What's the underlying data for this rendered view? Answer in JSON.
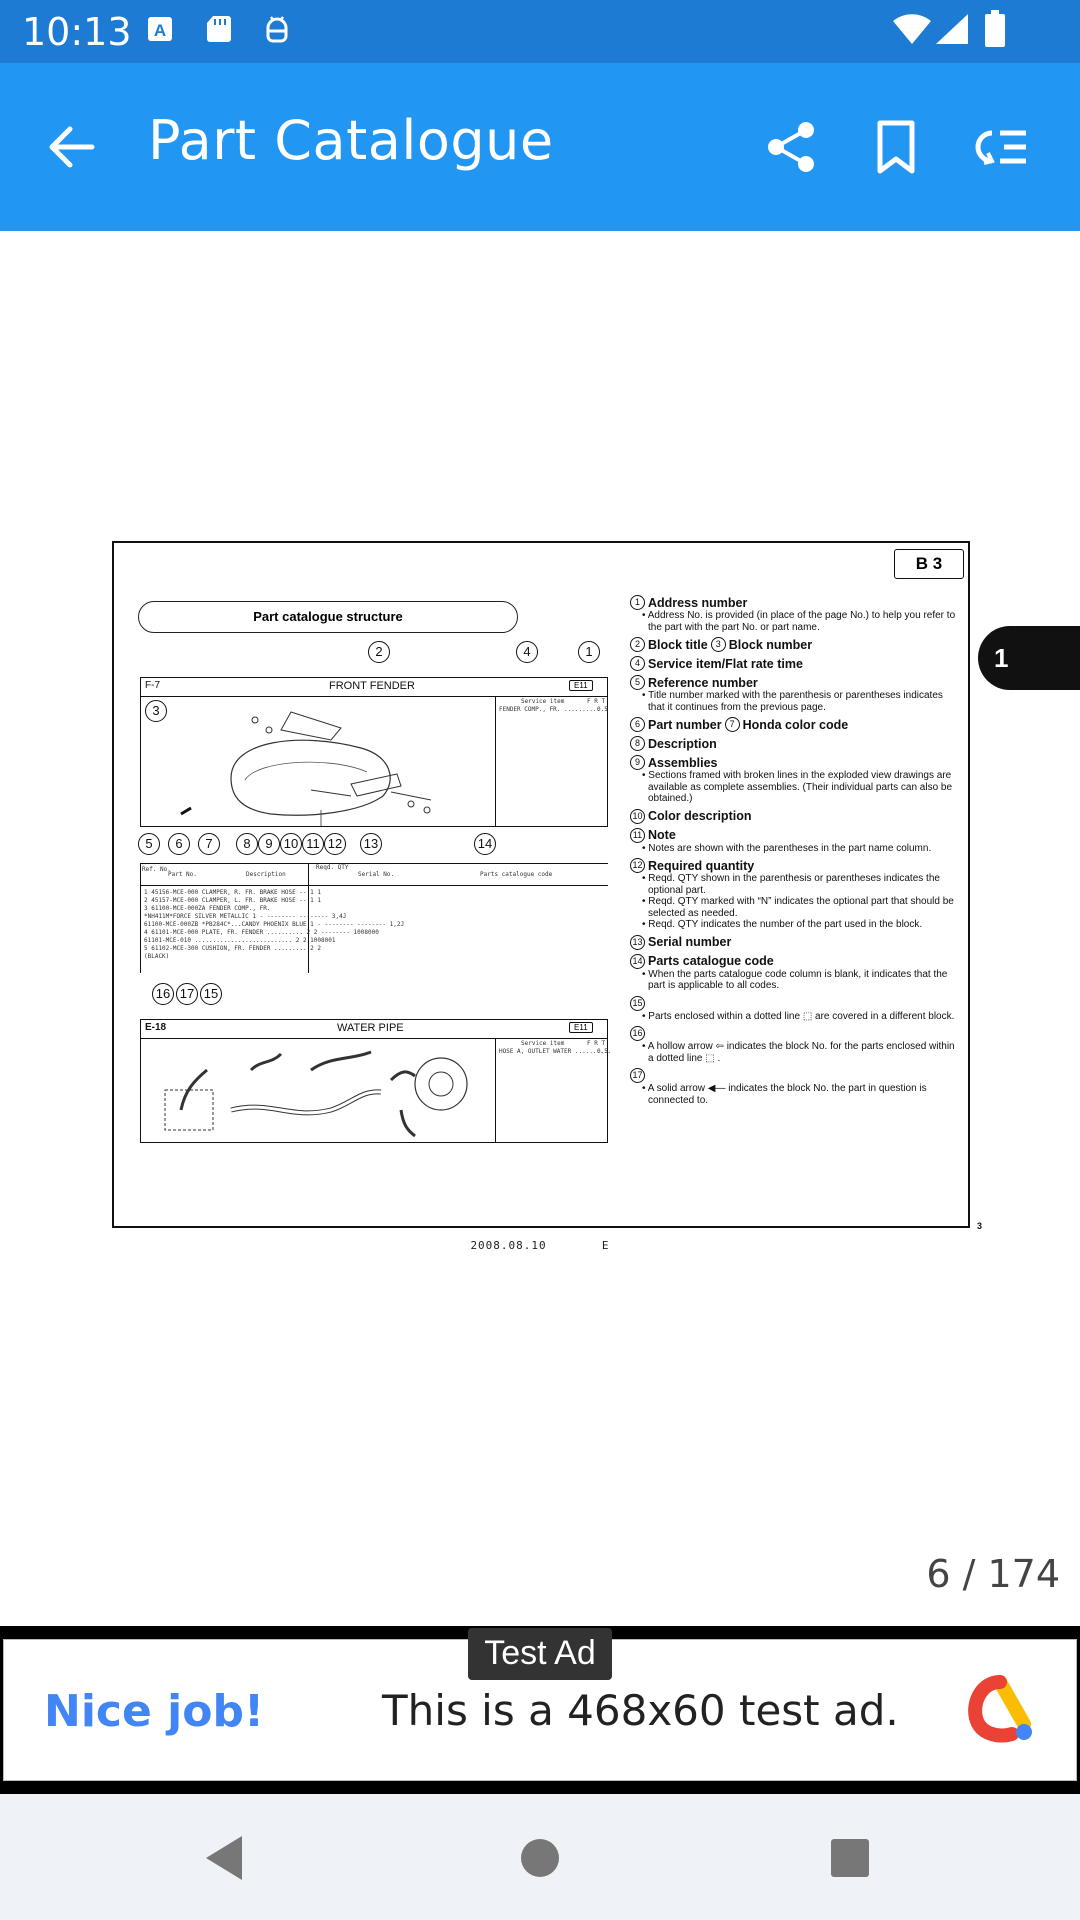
{
  "status_bar": {
    "time": "10:13"
  },
  "app_bar": {
    "title": "Part Catalogue"
  },
  "document": {
    "block_badge": "B 3",
    "structure_title": "Part catalogue structure",
    "front_fender_panel": {
      "address": "F-7",
      "title": "FRONT FENDER",
      "block": "E11",
      "service_item": "Service item",
      "fr": "F R T",
      "service_row": "FENDER COMP., FR. ..........",
      "service_time": "0.5"
    },
    "parts_table": {
      "headers": {
        "ref": "Ref. No.",
        "part": "Part No.",
        "desc": "Description",
        "qty": "Reqd. QTY",
        "serial": "Serial No.",
        "code": "Parts catalogue code"
      },
      "rows": [
        "1 45156-MCE-000  CLAMPER, R. FR. BRAKE HOSE --   1  1",
        "2 45157-MCE-000  CLAMPER, L. FR. BRAKE HOSE --   1  1",
        "3 61100-MCE-000ZA FENDER COMP., FR.",
        "                 *NH411M*FORCE SILVER METALLIC   1  -  -------- -------- 3,4J",
        "61100-MCE-000ZB *PB284C*...CANDY PHOENIX BLUE    1  -  -------- -------- 1,2J",
        "4 61101-MCE-000  PLATE, FR. FENDER ..........   2  2  -------- 1008000",
        "  61101-MCE-010  ...........................   2  2  1008001",
        "5 61102-MCE-300  CUSHION, FR. FENDER .........  2  2",
        "                 (BLACK)"
      ]
    },
    "water_pipe_panel": {
      "address": "E-18",
      "title": "WATER PIPE",
      "block": "E11",
      "service_item": "Service item",
      "fr": "F R T",
      "service_row": "HOSE A, OUTLET WATER ..........",
      "service_time": "0.5"
    },
    "footer_date": "2008.08.10",
    "footer_code": "E",
    "corner_page": "3",
    "legend": [
      {
        "num": "1",
        "title": "Address number",
        "desc": [
          "Address No. is provided (in place of the page No.) to help you refer to the part with the part No. or part name."
        ]
      },
      {
        "num": "2",
        "title": "Block title",
        "num2": "3",
        "title2": "Block number",
        "desc": []
      },
      {
        "num": "4",
        "title": "Service item/Flat rate time",
        "desc": []
      },
      {
        "num": "5",
        "title": "Reference number",
        "desc": [
          "Title number marked with the parenthesis or parentheses indicates that it continues from the previous page."
        ]
      },
      {
        "num": "6",
        "title": "Part number",
        "num2": "7",
        "title2": "Honda color code",
        "desc": []
      },
      {
        "num": "8",
        "title": "Description",
        "desc": []
      },
      {
        "num": "9",
        "title": "Assemblies",
        "desc": [
          "Sections framed with broken lines in the exploded view drawings are available as complete assemblies. (Their individual parts can also be obtained.)"
        ]
      },
      {
        "num": "10",
        "title": "Color description",
        "desc": []
      },
      {
        "num": "11",
        "title": "Note",
        "desc": [
          "Notes are shown with the parentheses in the part name column."
        ]
      },
      {
        "num": "12",
        "title": "Required quantity",
        "desc": [
          "Reqd. QTY shown in the parenthesis or parentheses indicates the optional part.",
          "Reqd. QTY marked with “N” indicates the optional part that should be selected as needed.",
          "Reqd. QTY indicates the number of the part used in the block."
        ]
      },
      {
        "num": "13",
        "title": "Serial number",
        "desc": []
      },
      {
        "num": "14",
        "title": "Parts catalogue code",
        "desc": [
          "When the parts catalogue code column is blank, it indicates that the part is applicable to all codes."
        ]
      },
      {
        "num": "15",
        "title": "",
        "desc": [
          "Parts enclosed within a dotted line ⬚ are covered in a different block."
        ]
      },
      {
        "num": "16",
        "title": "",
        "desc": [
          "A hollow arrow ⇦ indicates the block No. for the parts enclosed within a dotted line ⬚ ."
        ]
      },
      {
        "num": "17",
        "title": "",
        "desc": [
          "A solid arrow ◀— indicates the block No. the part in question is connected to."
        ]
      }
    ]
  },
  "side_tab": {
    "label": "1"
  },
  "page_counter": "6 / 174",
  "ad": {
    "label": "Test Ad",
    "headline": "Nice job!",
    "body": "This is a 468x60 test ad."
  },
  "colors": {
    "status_bar": "#1E7BD3",
    "app_bar": "#2196F3",
    "ad_headline": "#4285F4",
    "nav_bar": "#EFF2F6"
  }
}
